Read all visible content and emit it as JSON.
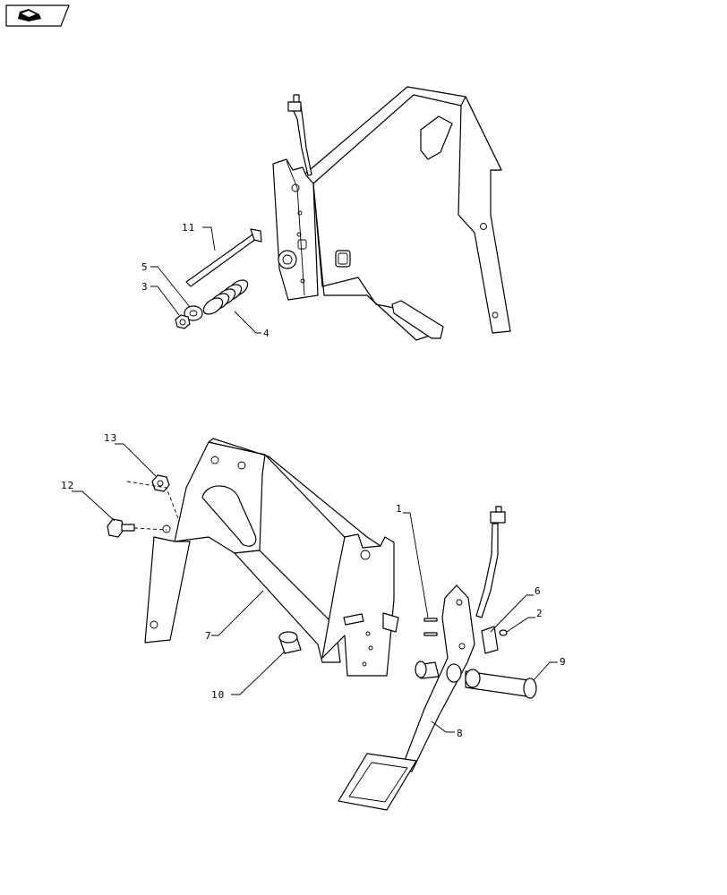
{
  "nav_icon": "back-arrow-icon",
  "callouts": {
    "c1": "1",
    "c2": "2",
    "c3": "3",
    "c4": "4",
    "c5": "5",
    "c6": "6",
    "c7": "7",
    "c8": "8",
    "c9": "9",
    "c10": "10",
    "c11": "11",
    "c12": "12",
    "c13": "13"
  }
}
